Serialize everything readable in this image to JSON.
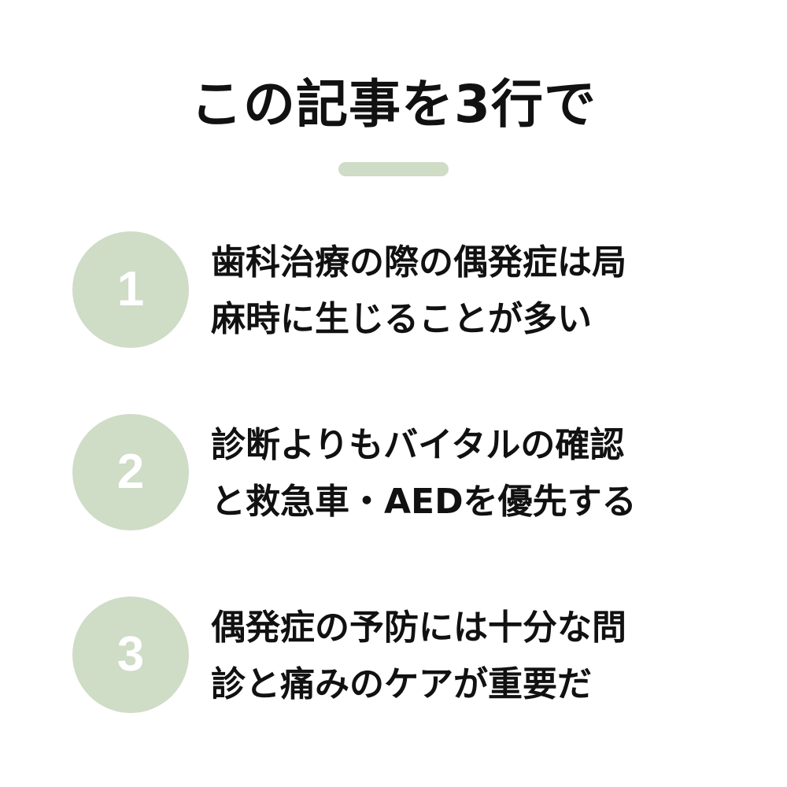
{
  "title": "この記事を3行で",
  "colors": {
    "accent": "#cfdcc6",
    "text": "#111111",
    "background": "#ffffff"
  },
  "points": [
    {
      "number": "1",
      "lines": [
        "歯科治療の際の偶発症は局",
        "麻時に生じることが多い"
      ]
    },
    {
      "number": "2",
      "lines": [
        "診断よりもバイタルの確認",
        "と救急車・AEDを優先する"
      ]
    },
    {
      "number": "3",
      "lines": [
        "偶発症の予防には十分な問",
        "診と痛みのケアが重要だ"
      ]
    }
  ]
}
